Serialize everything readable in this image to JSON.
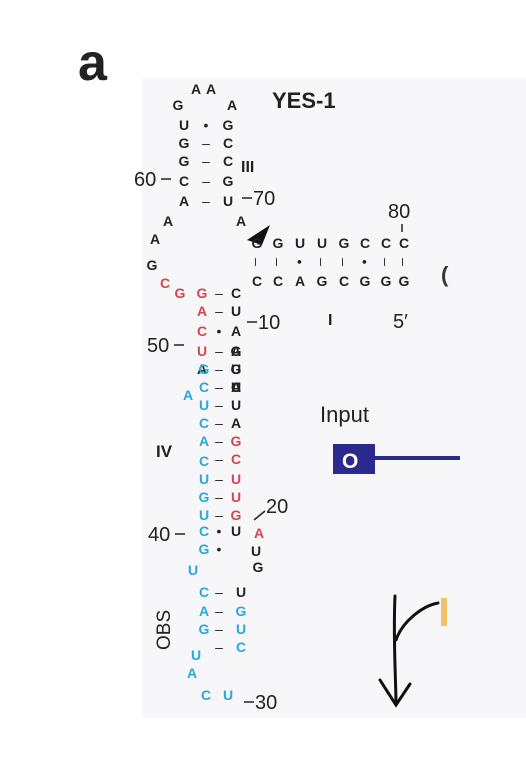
{
  "panel_label": "a",
  "aptamer_name": "YES-1",
  "colors": {
    "black": "#222222",
    "red": "#d8434f",
    "cyan": "#26a9e0",
    "navy": "#2a2a8e"
  },
  "nucleotides": [
    {
      "t": "A",
      "c": "black"
    },
    {
      "t": "A",
      "c": "black"
    },
    {
      "t": "G",
      "c": "black"
    },
    {
      "t": "A",
      "c": "black"
    },
    {
      "t": "U",
      "c": "black"
    },
    {
      "t": "G",
      "c": "black"
    },
    {
      "t": "G",
      "c": "black"
    },
    {
      "t": "C",
      "c": "black"
    },
    {
      "t": "G",
      "c": "black"
    },
    {
      "t": "C",
      "c": "black"
    },
    {
      "t": "C",
      "c": "black"
    },
    {
      "t": "G",
      "c": "black"
    },
    {
      "t": "A",
      "c": "black"
    },
    {
      "t": "U",
      "c": "black"
    },
    {
      "t": "A",
      "c": "black"
    },
    {
      "t": "A",
      "c": "black"
    },
    {
      "t": "A",
      "c": "black"
    },
    {
      "t": "G",
      "c": "black"
    },
    {
      "t": "C",
      "c": "red"
    },
    {
      "t": "G",
      "c": "red"
    },
    {
      "t": "G",
      "c": "red"
    },
    {
      "t": "A",
      "c": "red"
    },
    {
      "t": "C",
      "c": "red"
    },
    {
      "t": "U",
      "c": "red"
    },
    {
      "t": "C",
      "c": "black"
    },
    {
      "t": "U",
      "c": "black"
    },
    {
      "t": "A",
      "c": "black"
    },
    {
      "t": "G",
      "c": "black"
    },
    {
      "t": "A",
      "c": "black"
    },
    {
      "t": "U",
      "c": "black"
    },
    {
      "t": "A",
      "c": "black"
    },
    {
      "t": "G",
      "c": "black"
    },
    {
      "t": "G",
      "c": "black"
    },
    {
      "t": "U",
      "c": "black"
    },
    {
      "t": "U",
      "c": "black"
    },
    {
      "t": "G",
      "c": "black"
    },
    {
      "t": "C",
      "c": "black"
    },
    {
      "t": "C",
      "c": "black"
    },
    {
      "t": "C",
      "c": "black"
    },
    {
      "t": "C",
      "c": "black"
    },
    {
      "t": "C",
      "c": "black"
    },
    {
      "t": "A",
      "c": "black"
    },
    {
      "t": "G",
      "c": "black"
    },
    {
      "t": "C",
      "c": "black"
    },
    {
      "t": "G",
      "c": "black"
    },
    {
      "t": "G",
      "c": "black"
    },
    {
      "t": "G",
      "c": "black"
    },
    {
      "t": "C",
      "c": "black"
    },
    {
      "t": "U",
      "c": "black"
    },
    {
      "t": "A",
      "c": "black"
    },
    {
      "t": "U",
      "c": "black"
    },
    {
      "t": "G",
      "c": "black"
    },
    {
      "t": "A",
      "c": "black"
    },
    {
      "t": "G",
      "c": "red"
    },
    {
      "t": "C",
      "c": "red"
    },
    {
      "t": "U",
      "c": "red"
    },
    {
      "t": "U",
      "c": "red"
    },
    {
      "t": "G",
      "c": "red"
    },
    {
      "t": "A",
      "c": "red"
    },
    {
      "t": "U",
      "c": "black"
    },
    {
      "t": "U",
      "c": "black"
    },
    {
      "t": "G",
      "c": "black"
    },
    {
      "t": "U",
      "c": "black"
    },
    {
      "t": "A",
      "c": "cyan"
    },
    {
      "t": "G",
      "c": "cyan"
    },
    {
      "t": "C",
      "c": "cyan"
    },
    {
      "t": "U",
      "c": "cyan"
    },
    {
      "t": "C",
      "c": "cyan"
    },
    {
      "t": "A",
      "c": "cyan"
    },
    {
      "t": "C",
      "c": "cyan"
    },
    {
      "t": "U",
      "c": "cyan"
    },
    {
      "t": "G",
      "c": "cyan"
    },
    {
      "t": "U",
      "c": "cyan"
    },
    {
      "t": "C",
      "c": "cyan"
    },
    {
      "t": "G",
      "c": "cyan"
    },
    {
      "t": "U",
      "c": "cyan"
    },
    {
      "t": "C",
      "c": "cyan"
    },
    {
      "t": "A",
      "c": "cyan"
    },
    {
      "t": "G",
      "c": "cyan"
    },
    {
      "t": "G",
      "c": "cyan"
    },
    {
      "t": "U",
      "c": "cyan"
    },
    {
      "t": "U",
      "c": "cyan"
    },
    {
      "t": "A",
      "c": "cyan"
    },
    {
      "t": "C",
      "c": "cyan"
    },
    {
      "t": "U",
      "c": "cyan"
    },
    {
      "t": "C",
      "c": "cyan"
    }
  ],
  "pair_marks": [
    "•",
    "–",
    "–",
    "–",
    "–",
    "–",
    "–",
    "•",
    "–",
    "–",
    "–",
    "–",
    "–",
    "–",
    "–",
    "–",
    "–",
    "–",
    "•",
    "–",
    "–",
    "–",
    "–",
    "–",
    "•",
    "–",
    "–",
    "•",
    "–",
    "–",
    "•",
    "–"
  ],
  "numbers": [
    "60",
    "70",
    "80",
    "10",
    "50",
    "20",
    "40",
    "30",
    "5′"
  ],
  "stems": [
    "I",
    "III",
    "IV",
    "OBS"
  ],
  "input": {
    "label": "Input",
    "box_text": "O"
  },
  "partial_glyph": "("
}
